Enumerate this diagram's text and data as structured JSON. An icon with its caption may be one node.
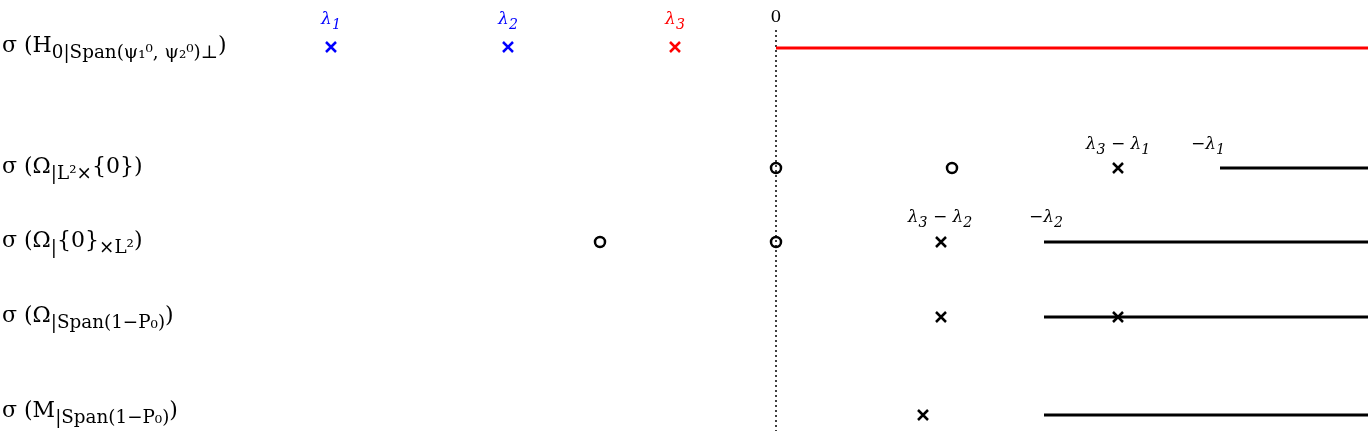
{
  "diagram": {
    "labels": [
      "σ (H$_{0|Span(ψ₁⁰, ψ₂⁰)⊥}$)",
      "λ$_{1}$",
      "λ$_{2}$",
      "λ$_{3}$",
      "0",
      "σ (Ω$_{|L²×}${0})",
      "λ$_{3}$ − λ$_{1}$",
      "−λ$_{1}$",
      "λ$_{3}$ − λ$_{2}$",
      "−λ$_{2}$",
      "σ (Ω$_{|}${0}$_{×L²}$)",
      "σ (Ω$_{|Span(1−P₀)}$)",
      "σ (M$_{|Span(1−P₀)}$)"
    ]
  }
}
